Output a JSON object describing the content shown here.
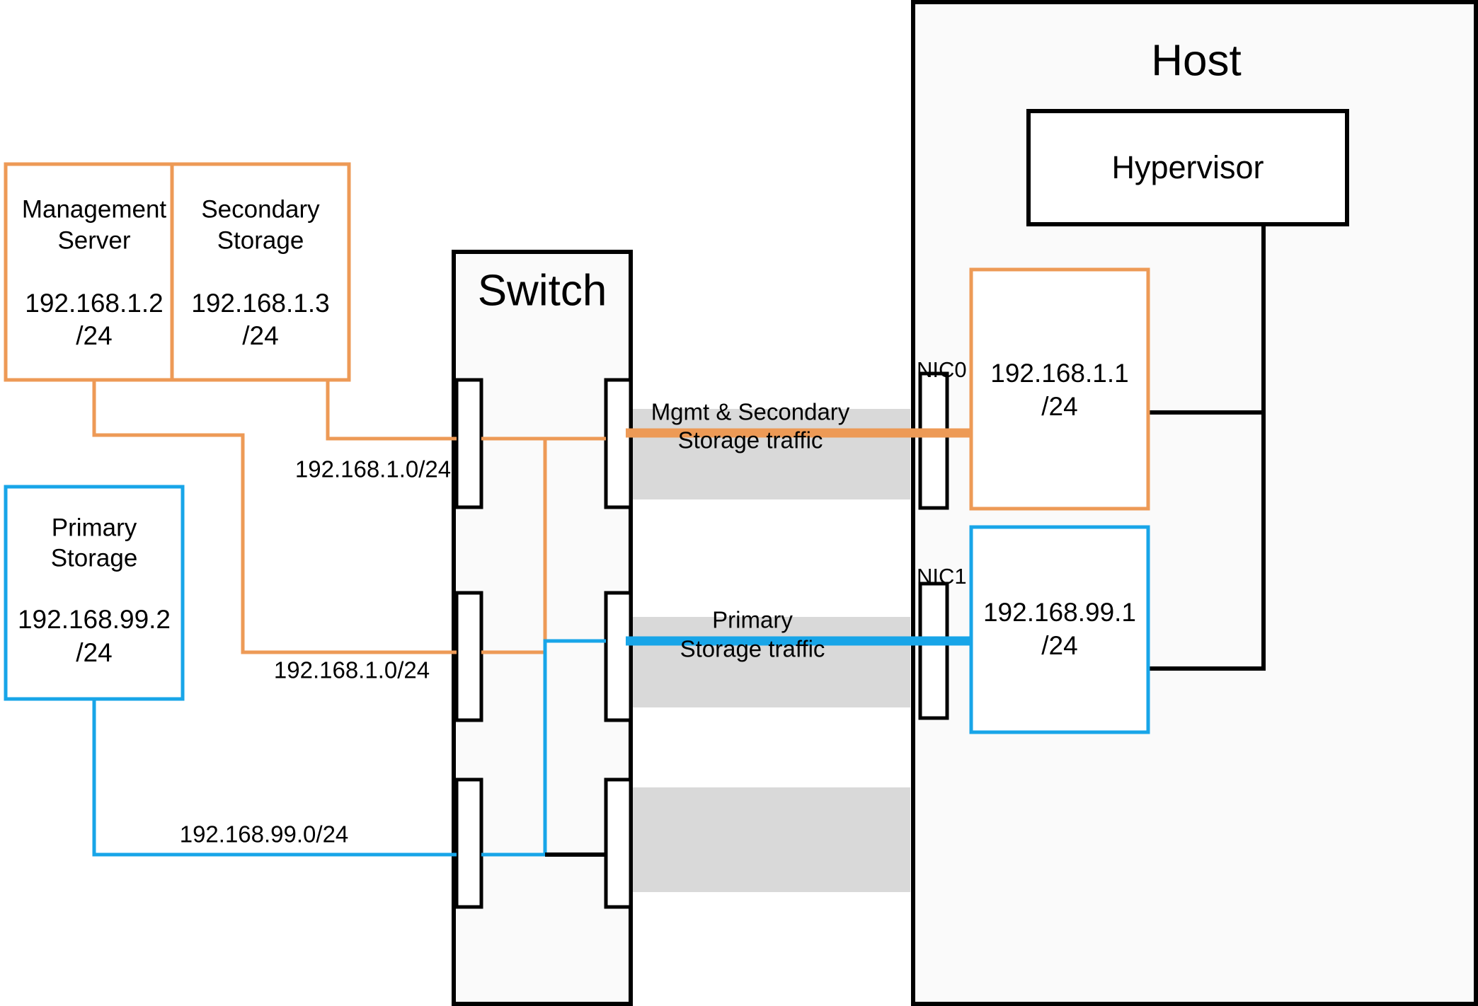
{
  "diagram": {
    "title": "CloudStack basic network topology with host NICs, switch and storage",
    "nodes": {
      "management_server": {
        "name_line1": "Management",
        "name_line2": "Server",
        "ip": "192.168.1.2",
        "mask": "/24",
        "color": "#ED9A56"
      },
      "secondary_storage": {
        "name_line1": "Secondary",
        "name_line2": "Storage",
        "ip": "192.168.1.3",
        "mask": "/24",
        "color": "#ED9A56"
      },
      "primary_storage": {
        "name_line1": "Primary",
        "name_line2": "Storage",
        "ip": "192.168.99.2",
        "mask": "/24",
        "color": "#18A5E8"
      },
      "switch": {
        "label": "Switch"
      },
      "host": {
        "label": "Host",
        "hypervisor_label": "Hypervisor",
        "nic0_label": "NIC0",
        "nic1_label": "NIC1",
        "nic0_ip": "192.168.1.1",
        "nic0_mask": "/24",
        "nic1_ip": "192.168.99.1",
        "nic1_mask": "/24",
        "nic0_color": "#ED9A56",
        "nic1_color": "#18A5E8"
      }
    },
    "subnet_labels": {
      "mgmt_upper": "192.168.1.0/24",
      "mgmt_lower": "192.168.1.0/24",
      "storage": "192.168.99.0/24"
    },
    "traffic_lanes": [
      {
        "id": "mgmt-secondary",
        "line1": "Mgmt & Secondary",
        "line2": "Storage traffic",
        "color": "#ED9A56"
      },
      {
        "id": "primary-storage",
        "line1": "Primary",
        "line2": "Storage traffic",
        "color": "#18A5E8"
      },
      {
        "id": "unlabeled",
        "line1": "",
        "line2": "",
        "color": "#d9d9d9"
      }
    ]
  }
}
